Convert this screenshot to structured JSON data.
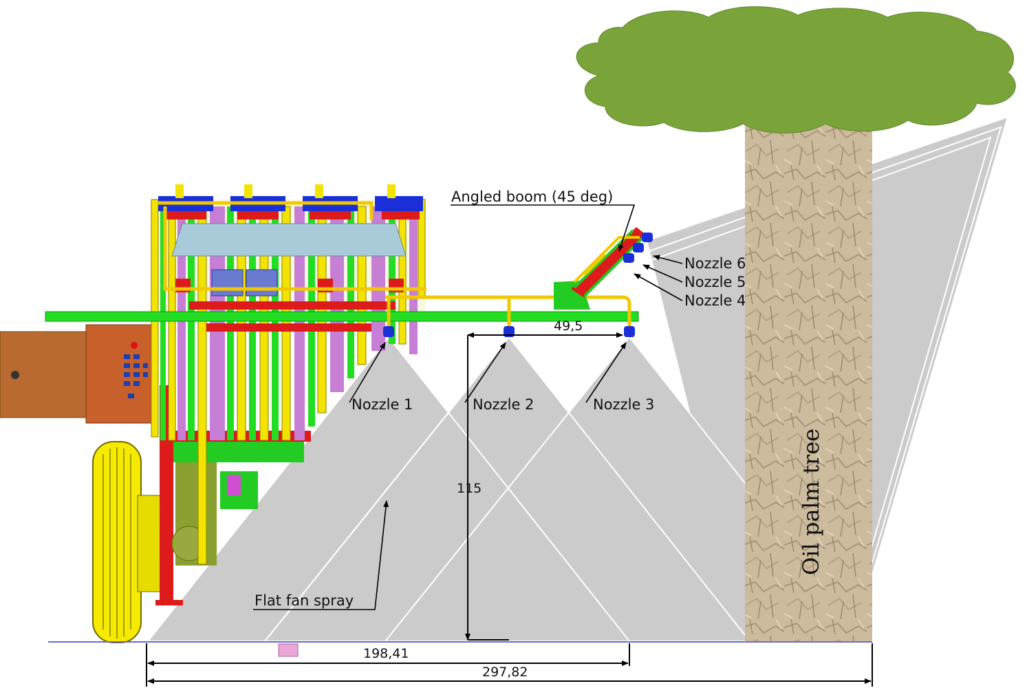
{
  "labels": {
    "angled_boom": "Angled boom (45 deg)",
    "nozzle_1": "Nozzle 1",
    "nozzle_2": "Nozzle 2",
    "nozzle_3": "Nozzle 3",
    "nozzle_4": "Nozzle 4",
    "nozzle_5": "Nozzle 5",
    "nozzle_6": "Nozzle 6",
    "flat_fan_spray": "Flat fan spray",
    "tree": "Oil palm tree"
  },
  "dimensions": {
    "nozzle_spacing": "49,5",
    "nozzle_height": "115",
    "spray_width_3_nozzles": "198,41",
    "total_width": "297,82"
  },
  "colors": {
    "spray": "#cbcbcb",
    "canopy": "#7aa33a",
    "trunk": "#c9b79a",
    "frame_green": "#22dd22",
    "frame_yellow": "#f2e400",
    "frame_red": "#dd1b1b",
    "frame_violet": "#c77fd6",
    "frame_blue": "#1a2fd8",
    "tank": "#a9cbd9",
    "box": "#c8602c",
    "wheel": "#f5ea00"
  }
}
